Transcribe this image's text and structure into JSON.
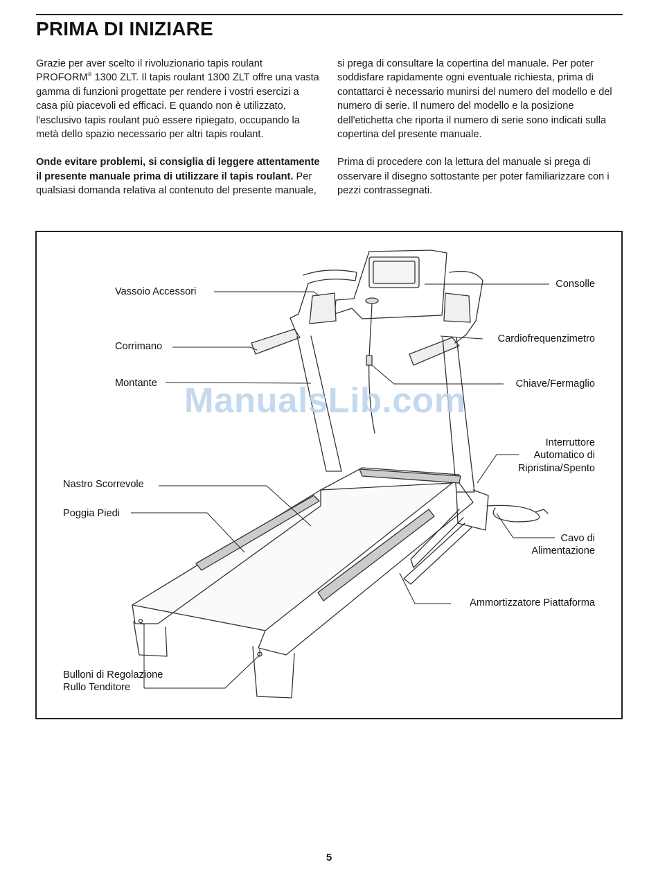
{
  "heading": "PRIMA DI INIZIARE",
  "intro": {
    "p1_a": "Grazie per aver scelto il rivoluzionario tapis roulant PROFORM",
    "p1_reg": "®",
    "p1_b": " 1300 ZLT. Il tapis roulant 1300 ZLT offre una vasta gamma di funzioni progettate per rendere i vostri esercizi a casa più piacevoli ed efficaci. E quando non è utilizzato, l'esclusivo tapis roulant può essere ripiegato, occupando la metà dello spazio necessario per altri tapis roulant.",
    "p2_bold": "Onde evitare problemi, si consiglia di leggere attentamente il presente manuale prima di utilizzare il tapis roulant.",
    "p2_rest": " Per qualsiasi domanda relativa al contenuto del presente manuale, si prega di consultare la copertina del manuale. Per poter soddisfare rapidamente ogni eventuale richiesta, prima di contattarci è necessario munirsi del numero del modello e del numero di serie. Il numero del modello e la posizione dell'etichetta che riporta il numero di serie sono indicati sulla copertina del presente manuale.",
    "p3": "Prima di procedere con la lettura del manuale si prega di osservare il disegno sottostante per poter familiarizzare con i pezzi contrassegnati."
  },
  "labels": {
    "vassoio": "Vassoio Accessori",
    "corrimano": "Corrimano",
    "montante": "Montante",
    "nastro": "Nastro Scorrevole",
    "poggia": "Poggia Piedi",
    "bulloni_1": "Bulloni di Regolazione",
    "bulloni_2": "Rullo Tenditore",
    "consolle": "Consolle",
    "cardio": "Cardiofrequenzimetro",
    "chiave": "Chiave/Fermaglio",
    "interruttore_1": "Interruttore",
    "interruttore_2": "Automatico di",
    "interruttore_3": "Ripristina/Spento",
    "cavo_1": "Cavo di",
    "cavo_2": "Alimentazione",
    "ammortizzatore": "Ammortizzatore Piattaforma"
  },
  "watermark": "ManualsLib.com",
  "page_number": "5"
}
